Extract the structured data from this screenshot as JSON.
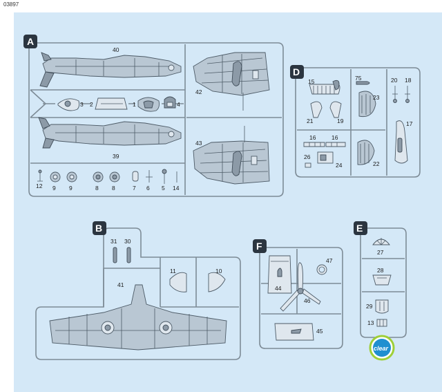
{
  "sheet_code": "03897",
  "sprues": {
    "A": {
      "label": "A",
      "parts": [
        "40",
        "42",
        "3",
        "2",
        "1",
        "4",
        "39",
        "43",
        "12",
        "9",
        "9",
        "8",
        "8",
        "7",
        "6",
        "5",
        "14"
      ]
    },
    "B": {
      "label": "B",
      "parts": [
        "31",
        "30",
        "11",
        "10",
        "41"
      ]
    },
    "D": {
      "label": "D",
      "parts": [
        "15",
        "75",
        "23",
        "20",
        "18",
        "21",
        "19",
        "17",
        "16",
        "16",
        "26",
        "24",
        "22"
      ]
    },
    "E": {
      "label": "E",
      "parts": [
        "27",
        "28",
        "29",
        "13"
      ]
    },
    "F": {
      "label": "F",
      "parts": [
        "47",
        "44",
        "46",
        "45"
      ]
    }
  },
  "badge": {
    "text": "clear",
    "color": "#1f8fd0"
  },
  "colors": {
    "background": "#d4e8f7",
    "frame": "#7d8b96",
    "tag": "#2b3540"
  }
}
